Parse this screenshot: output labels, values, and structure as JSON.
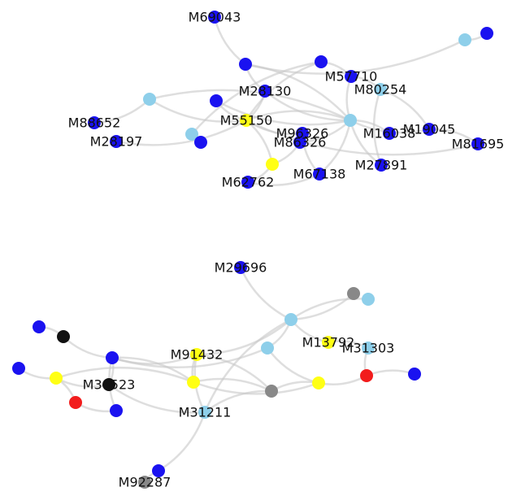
{
  "colors": {
    "blue": "#1a12f0",
    "light_blue": "#8ecfea",
    "yellow": "#ffff14",
    "red": "#f21c1c",
    "black": "#111111",
    "gray": "#888888",
    "edge": "#c8c8c8"
  },
  "graph_top": {
    "nodes": [
      {
        "id": "M69043",
        "color": "blue",
        "label": "M69043"
      },
      {
        "id": "t_lb_far",
        "color": "light_blue",
        "label": ""
      },
      {
        "id": "t_b_far",
        "color": "blue",
        "label": ""
      },
      {
        "id": "t_b1",
        "color": "blue",
        "label": ""
      },
      {
        "id": "t_b2",
        "color": "blue",
        "label": ""
      },
      {
        "id": "M57710",
        "color": "blue",
        "label": "M57710"
      },
      {
        "id": "M28130",
        "color": "blue",
        "label": "M28130"
      },
      {
        "id": "M80254",
        "color": "light_blue",
        "label": "M80254"
      },
      {
        "id": "t_lb_left",
        "color": "light_blue",
        "label": ""
      },
      {
        "id": "t_b3",
        "color": "blue",
        "label": ""
      },
      {
        "id": "M88652",
        "color": "blue",
        "label": "M88652"
      },
      {
        "id": "M55150",
        "color": "yellow",
        "label": "M55150"
      },
      {
        "id": "t_lb_hub",
        "color": "light_blue",
        "label": ""
      },
      {
        "id": "M19045",
        "color": "blue",
        "label": "M19045"
      },
      {
        "id": "M16038",
        "color": "blue",
        "label": "M16038"
      },
      {
        "id": "M96326",
        "color": "blue",
        "label": "M96326"
      },
      {
        "id": "M86326",
        "color": "blue",
        "label": "M86326"
      },
      {
        "id": "t_lb_mid",
        "color": "light_blue",
        "label": ""
      },
      {
        "id": "t_b4",
        "color": "blue",
        "label": ""
      },
      {
        "id": "M28197",
        "color": "blue",
        "label": "M28197"
      },
      {
        "id": "M81695",
        "color": "blue",
        "label": "M81695"
      },
      {
        "id": "t_y2",
        "color": "yellow",
        "label": ""
      },
      {
        "id": "M27891",
        "color": "blue",
        "label": "M27891"
      },
      {
        "id": "M67138",
        "color": "blue",
        "label": "M67138"
      },
      {
        "id": "M62762",
        "color": "blue",
        "label": "M62762"
      }
    ],
    "edges": [
      [
        "M69043",
        "t_b1"
      ],
      [
        "t_lb_far",
        "t_b1"
      ],
      [
        "t_lb_far",
        "t_b_far"
      ],
      [
        "t_b1",
        "t_lb_hub"
      ],
      [
        "t_b1",
        "M28130"
      ],
      [
        "t_b2",
        "M57710"
      ],
      [
        "t_b2",
        "M55150"
      ],
      [
        "M57710",
        "M80254"
      ],
      [
        "M57710",
        "t_lb_hub"
      ],
      [
        "M28130",
        "M55150"
      ],
      [
        "M28130",
        "t_lb_hub"
      ],
      [
        "M80254",
        "M19045"
      ],
      [
        "M80254",
        "M27891"
      ],
      [
        "t_lb_left",
        "M88652"
      ],
      [
        "t_lb_left",
        "M55150"
      ],
      [
        "t_lb_left",
        "t_lb_hub"
      ],
      [
        "t_b3",
        "M55150"
      ],
      [
        "M55150",
        "t_lb_hub"
      ],
      [
        "M55150",
        "M96326"
      ],
      [
        "M55150",
        "t_y2"
      ],
      [
        "M55150",
        "M81695"
      ],
      [
        "t_lb_hub",
        "M16038"
      ],
      [
        "t_lb_hub",
        "M19045"
      ],
      [
        "t_lb_hub",
        "M86326"
      ],
      [
        "t_lb_hub",
        "M27891"
      ],
      [
        "t_lb_hub",
        "M67138"
      ],
      [
        "t_lb_mid",
        "t_b4"
      ],
      [
        "t_lb_mid",
        "t_b2"
      ],
      [
        "M28197",
        "M55150"
      ],
      [
        "M19045",
        "M81695"
      ],
      [
        "t_y2",
        "M86326"
      ],
      [
        "t_y2",
        "M62762"
      ],
      [
        "M96326",
        "M67138"
      ],
      [
        "M67138",
        "M62762"
      ],
      [
        "t_b3",
        "t_lb_hub"
      ]
    ]
  },
  "graph_bottom": {
    "nodes": [
      {
        "id": "M29696",
        "color": "blue",
        "label": "M29696"
      },
      {
        "id": "b_gray_top",
        "color": "gray",
        "label": ""
      },
      {
        "id": "b_lb_topright",
        "color": "light_blue",
        "label": ""
      },
      {
        "id": "b_lb_hub",
        "color": "light_blue",
        "label": ""
      },
      {
        "id": "b_blue_left1",
        "color": "blue",
        "label": ""
      },
      {
        "id": "b_black1",
        "color": "black",
        "label": ""
      },
      {
        "id": "M13792",
        "color": "yellow",
        "label": "M13792"
      },
      {
        "id": "M31303",
        "color": "light_blue",
        "label": "M31303"
      },
      {
        "id": "b_lb_mid",
        "color": "light_blue",
        "label": ""
      },
      {
        "id": "M91432",
        "color": "yellow",
        "label": "M91432"
      },
      {
        "id": "b_blue_hub",
        "color": "blue",
        "label": ""
      },
      {
        "id": "b_blue_left2",
        "color": "blue",
        "label": ""
      },
      {
        "id": "b_yellow_left",
        "color": "yellow",
        "label": ""
      },
      {
        "id": "M36523",
        "color": "black",
        "label": "M36523"
      },
      {
        "id": "b_yellow_center",
        "color": "yellow",
        "label": ""
      },
      {
        "id": "b_yellow_right",
        "color": "yellow",
        "label": ""
      },
      {
        "id": "b_red_right",
        "color": "red",
        "label": ""
      },
      {
        "id": "b_blue_right",
        "color": "blue",
        "label": ""
      },
      {
        "id": "b_gray_mid",
        "color": "gray",
        "label": ""
      },
      {
        "id": "b_red_left",
        "color": "red",
        "label": ""
      },
      {
        "id": "b_blue_lower",
        "color": "blue",
        "label": ""
      },
      {
        "id": "M31211",
        "color": "light_blue",
        "label": "M31211"
      },
      {
        "id": "b_blue_bottom",
        "color": "blue",
        "label": ""
      },
      {
        "id": "M92287",
        "color": "gray",
        "label": "M92287"
      }
    ],
    "edges": [
      [
        "M29696",
        "b_lb_hub"
      ],
      [
        "b_gray_top",
        "b_lb_hub"
      ],
      [
        "b_lb_topright",
        "b_lb_hub"
      ],
      [
        "b_lb_hub",
        "b_lb_mid"
      ],
      [
        "b_lb_hub",
        "M13792"
      ],
      [
        "b_lb_hub",
        "M91432"
      ],
      [
        "b_lb_hub",
        "M31211"
      ],
      [
        "b_blue_left1",
        "b_black1"
      ],
      [
        "b_black1",
        "b_blue_hub"
      ],
      [
        "M13792",
        "M31303"
      ],
      [
        "M31303",
        "b_red_right"
      ],
      [
        "b_lb_mid",
        "b_blue_hub"
      ],
      [
        "b_lb_mid",
        "b_yellow_right"
      ],
      [
        "M91432",
        "b_blue_hub"
      ],
      [
        "M91432",
        "b_yellow_center"
      ],
      [
        "M91432",
        "b_gray_mid"
      ],
      [
        "M91432",
        "M31211"
      ],
      [
        "b_blue_hub",
        "M36523"
      ],
      [
        "b_blue_hub",
        "b_blue_lower"
      ],
      [
        "b_blue_hub",
        "b_yellow_center"
      ],
      [
        "b_blue_left2",
        "b_yellow_left"
      ],
      [
        "b_yellow_left",
        "b_yellow_center"
      ],
      [
        "b_yellow_left",
        "M36523"
      ],
      [
        "b_yellow_left",
        "b_red_left"
      ],
      [
        "M36523",
        "M31211"
      ],
      [
        "b_yellow_center",
        "b_gray_mid"
      ],
      [
        "b_yellow_center",
        "b_yellow_right"
      ],
      [
        "b_gray_mid",
        "b_yellow_right"
      ],
      [
        "b_yellow_right",
        "b_red_right"
      ],
      [
        "b_red_right",
        "b_blue_right"
      ],
      [
        "b_red_left",
        "b_blue_lower"
      ],
      [
        "M31211",
        "b_blue_bottom"
      ],
      [
        "b_blue_bottom",
        "M92287"
      ],
      [
        "M31211",
        "b_gray_mid"
      ]
    ]
  }
}
